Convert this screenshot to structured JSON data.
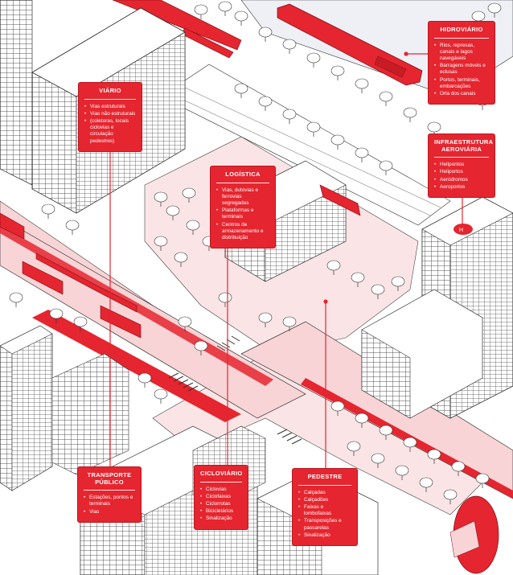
{
  "colors": {
    "accent": "#e5252f",
    "accent_dark": "#b81820",
    "road_pink": "#f8d4d6",
    "plaza_pink": "#fbe4e5",
    "line": "#3a3a3a",
    "water": "#eef0f6"
  },
  "cards": {
    "hidroviario": {
      "title": "HIDROVIÁRIO",
      "items": [
        "Rios, represas, canais e lagos navegáveis",
        "Barragens móveis e eclusas",
        "Portos, terminais, embarcações",
        "Orla dos canais"
      ]
    },
    "viario": {
      "title": "VIÁRIO",
      "items": [
        "Vias estruturais",
        "Vias não estruturais",
        "(coletoras, locais ciclovias e circulação pedestres)"
      ]
    },
    "aeroviaria": {
      "title": "INFRAESTRUTURA AEROVIÁRIA",
      "items": [
        "Helipontos",
        "Heliportos",
        "Aeródromos",
        "Aeroportos"
      ]
    },
    "logistica": {
      "title": "LOGÍSTICA",
      "items": [
        "Vias, dutovias e ferrovias segregadas",
        "Plataformas e terminais",
        "Centros de armazenamento e distribuição"
      ]
    },
    "transporte": {
      "title": "TRANSPORTE PÚBLICO",
      "items": [
        "Estações, pontos e terminais",
        "Vias"
      ]
    },
    "cicloviario": {
      "title": "CICLOVIÁRIO",
      "items": [
        "Ciclovias",
        "Ciclofaixas",
        "Ciclorrotas",
        "Bicicletários",
        "Sinalização"
      ]
    },
    "pedestre": {
      "title": "PEDESTRE",
      "items": [
        "Calçadas",
        "Calçadões",
        "Faixas e lombofaixas",
        "Transposições e passarelas",
        "Sinalização"
      ]
    }
  }
}
